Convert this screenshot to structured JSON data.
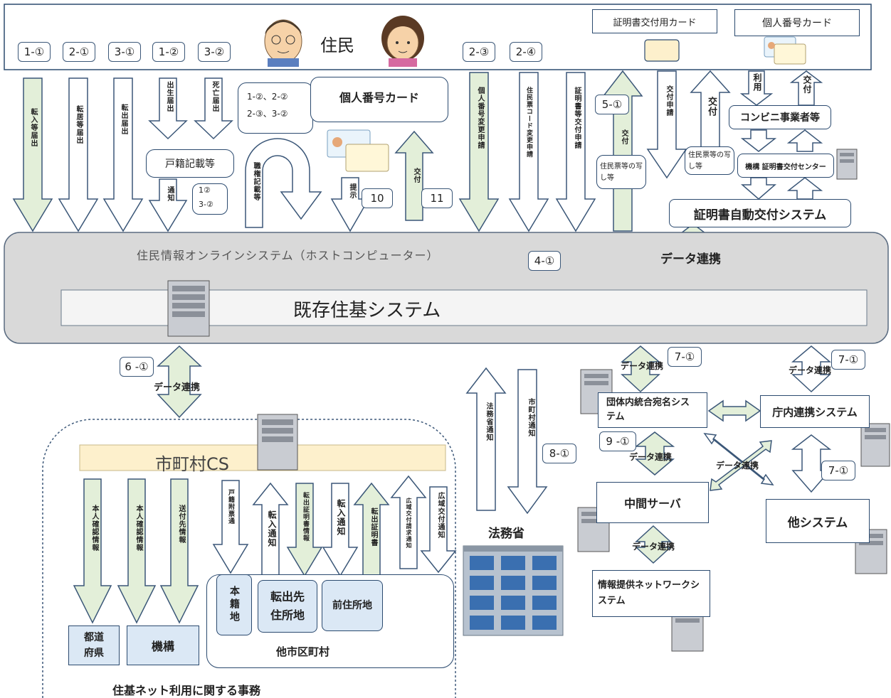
{
  "top": {
    "resident_label": "住民",
    "tags": [
      "1-①",
      "2-①",
      "3-①",
      "1-②",
      "3-②",
      "2-③",
      "2-④"
    ],
    "cert_card_label": "証明書交付用カード",
    "mynumber_card_label": "個人番号カード"
  },
  "flows": {
    "tennyu": "転入等届出",
    "tenkyo": "転居等届出",
    "tenshutsu": "転出届出",
    "shussei": "出生届出",
    "shibo": "死亡届出",
    "multi_tag_1": "1-②、2-②",
    "multi_tag_2": "2-③、3-②",
    "koseki": "戸籍記載等",
    "tsuchi": "通知",
    "tag_12": "1②",
    "tag_32": "3-②",
    "shokken": "職権記載等",
    "mynumber_box": "個人番号カード",
    "teiji": "提示",
    "tag_10": "10",
    "kofu": "交付",
    "tag_11": "11",
    "kojin_henko": "個人番号変更申請",
    "jukicode_henko": "住民票コード変更申請",
    "shomei_kofu": "証明書等交付申請",
    "tag_51": "5-①",
    "kofu2": "交付",
    "juminhyo_copy": "住民票等の写し等",
    "kofu_shinsei": "交付申請",
    "kofu3": "交付",
    "juminhyo_copy2": "住民票等の写し等",
    "riyo": "利用",
    "kofu4": "交付",
    "konbini": "コンビニ事業者等",
    "kiko_center": "機構 証明書交付センター",
    "auto_system": "証明書自動交付システム"
  },
  "host": {
    "title": "住民情報オンラインシステム（ホストコンピューター）",
    "tag": "4-①",
    "data_renkei": "データ連携",
    "existing": "既存住基システム"
  },
  "lower_left": {
    "tag_61": "6 -①",
    "data_renkei": "データ連携",
    "cs_label": "市町村CS",
    "honnin1": "本人確認情報",
    "honnin2": "本人確認情報",
    "sofusaki": "送付先情報",
    "todofuken": "都道府県",
    "kiko": "機構",
    "koseki_fuhyo": "戸籍附票通",
    "tennyu_tsuchi1": "転入通知",
    "tenshutsu_shomei_joho": "転出証明書情報",
    "tennyu_tsuchi2": "転入通知",
    "tenshutsu_shomei": "転出証明書",
    "koiki_seikyu": "広域交付請求通知",
    "koiki_tsuchi": "広域交付通知",
    "honseki": "本籍地",
    "tenshutsusaki": "転出先住所地",
    "mae_jusho": "前住所地",
    "ta_shiku": "他市区町村",
    "footer": "住基ネット利用に関する事務"
  },
  "center": {
    "homusho_tsuchi": "法務省通知",
    "shichoson_tsuchi": "市町村通知",
    "tag_81": "8-①",
    "homusho": "法務省"
  },
  "right": {
    "tag_71a": "7-①",
    "tag_71b": "7-①",
    "tag_71c": "7-①",
    "data_renkei_a": "データ連携",
    "data_renkei_b": "データ連携",
    "data_renkei_c": "データ連携",
    "data_renkei_d": "データ連携",
    "data_renkei_e": "データ連携",
    "dantai": "団体内統合宛名システム",
    "chonai": "庁内連携システム",
    "tag_91": "9 -①",
    "chukan": "中間サーバ",
    "ta_system": "他システム",
    "joho_teikyo": "情報提供ネットワークシステム"
  },
  "colors": {
    "arrow_fill": "#e3efd9",
    "arrow_stroke": "#3b5778",
    "host_bg": "#d9d9d9",
    "cs_bar": "#fdf0cc",
    "box_border": "#2b4a6f",
    "light_blue": "#dbe8f5"
  }
}
